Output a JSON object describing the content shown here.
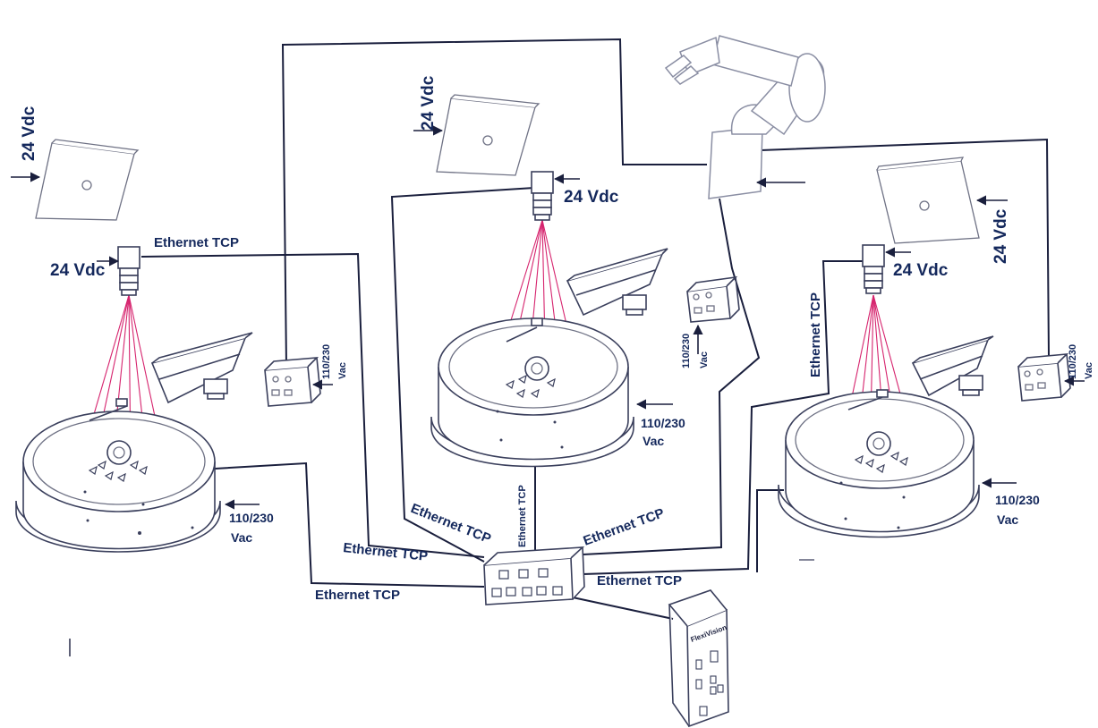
{
  "colors": {
    "label": "#14285c",
    "wire": "#1a1f3d",
    "laser_rays": "#d6246e",
    "outline": "#3a3f5c"
  },
  "labels": {
    "dc_24v": "24 Vdc",
    "ethernet_tcp": "Ethernet TCP",
    "ac_110_230": "110/230",
    "vac": "Vac"
  },
  "controller": {
    "brand": "FlexiVision"
  },
  "icons": [
    "backlight-panel-icon",
    "camera-icon",
    "feeder-bowl-icon",
    "hopper-icon",
    "power-supply-box-icon",
    "robot-arm-icon",
    "network-switch-icon",
    "industrial-pc-icon"
  ]
}
